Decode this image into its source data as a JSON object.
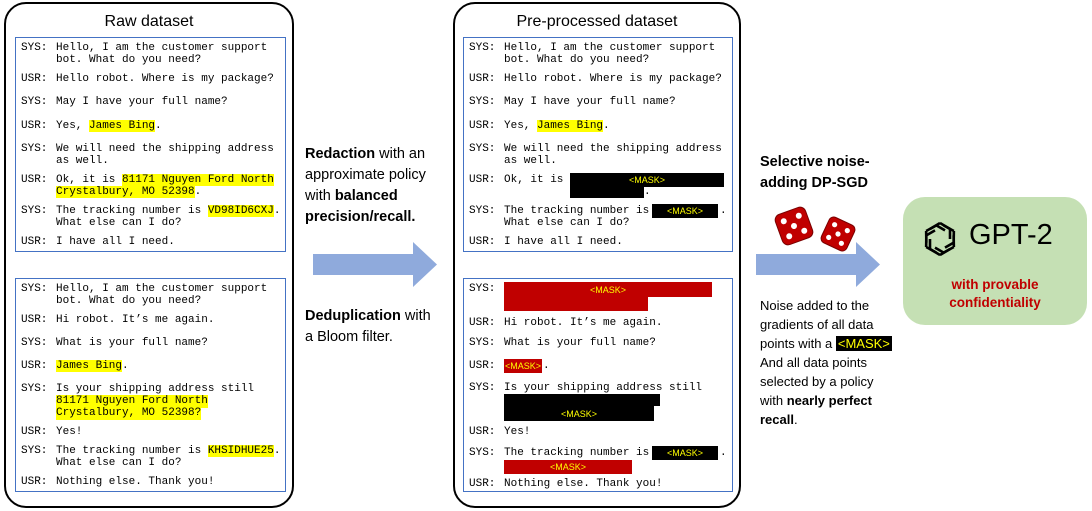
{
  "panels": {
    "raw": {
      "title": "Raw dataset"
    },
    "pre": {
      "title": "Pre-processed dataset"
    }
  },
  "raw_dialog1": [
    {
      "spk": "SYS:",
      "lines": [
        "Hello, I am the customer support",
        "bot. What do you need?"
      ]
    },
    {
      "spk": "USR:",
      "lines": [
        "Hello robot. Where is my package?"
      ]
    },
    {
      "spk": "SYS:",
      "lines": [
        "May I have your full name?"
      ]
    },
    {
      "spk": "USR:",
      "pre": "Yes, ",
      "hl": "James Bing",
      "post": "."
    },
    {
      "spk": "SYS:",
      "lines": [
        "We will need the shipping address",
        "as well."
      ]
    },
    {
      "spk": "USR:",
      "pre": "Ok, it is ",
      "hl": "81171 Nguyen Ford North",
      "hl2": "Crystalbury, MO 52398",
      "post": "."
    },
    {
      "spk": "SYS:",
      "pre": "The tracking number is ",
      "hl": "VD98ID6CXJ",
      "post": ".",
      "line2": "What else can I do?"
    },
    {
      "spk": "USR:",
      "lines": [
        "I have all I need."
      ]
    }
  ],
  "raw_dialog2": [
    {
      "spk": "SYS:",
      "lines": [
        "Hello, I am the customer support",
        "bot. What do you need?"
      ]
    },
    {
      "spk": "USR:",
      "lines": [
        "Hi robot. It’s me again."
      ]
    },
    {
      "spk": "SYS:",
      "lines": [
        "What is your full name?"
      ]
    },
    {
      "spk": "USR:",
      "hl": "James Bing",
      "post": "."
    },
    {
      "spk": "SYS:",
      "lines": [
        "Is your shipping address still"
      ],
      "hl_lines": [
        "81171 Nguyen Ford North",
        "Crystalbury, MO 52398?"
      ]
    },
    {
      "spk": "USR:",
      "lines": [
        "Yes!"
      ]
    },
    {
      "spk": "SYS:",
      "pre": "The tracking number is ",
      "hl": "KHSIDHUE25",
      "post": ".",
      "line2": "What else can I do?"
    },
    {
      "spk": "USR:",
      "lines": [
        "Nothing else. Thank you!"
      ]
    }
  ],
  "pre_dialog1": [
    {
      "spk": "SYS:",
      "lines": [
        "Hello, I am the customer support",
        "bot. What do you need?"
      ]
    },
    {
      "spk": "USR:",
      "lines": [
        "Hello robot. Where is my package?"
      ]
    },
    {
      "spk": "SYS:",
      "lines": [
        "May I have your full name?"
      ]
    },
    {
      "spk": "USR:",
      "pre": "Yes, ",
      "hl": "James Bing",
      "post": "."
    },
    {
      "spk": "SYS:",
      "lines": [
        "We will need the shipping address",
        "as well."
      ]
    },
    {
      "spk": "USR:",
      "pre": "Ok, it is"
    },
    {
      "spk": "SYS:",
      "pre": "The tracking number is",
      "line2": "What else can I do?"
    },
    {
      "spk": "USR:",
      "lines": [
        "I have all I need."
      ]
    }
  ],
  "pre_dialog2": [
    {
      "spk": "SYS:"
    },
    {
      "spk": "USR:",
      "lines": [
        "Hi robot. It’s me again."
      ]
    },
    {
      "spk": "SYS:",
      "lines": [
        "What is your full name?"
      ]
    },
    {
      "spk": "USR:"
    },
    {
      "spk": "SYS:",
      "lines": [
        "Is your shipping address still"
      ]
    },
    {
      "spk": "USR:",
      "lines": [
        "Yes!"
      ]
    },
    {
      "spk": "SYS:",
      "pre": "The tracking number is"
    },
    {
      "spk": "USR:",
      "lines": [
        "Nothing else. Thank you!"
      ]
    }
  ],
  "mask_label": "<MASK>",
  "period": ".",
  "redaction": {
    "b1": "Redaction",
    "t1": " with an",
    "t2": "approximate policy",
    "t3": "with ",
    "b2": "balanced",
    "b3": "precision/recall."
  },
  "dedup": {
    "b1": "Deduplication",
    "t1": " with",
    "t2": "a Bloom filter."
  },
  "selective": {
    "l1": "Selective noise-",
    "l2": "adding DP-SGD"
  },
  "noise": {
    "l1": "Noise added to the",
    "l2": "gradients of all data",
    "l3": "points with a ",
    "mask": "<MASK>",
    "l4": "And all data points",
    "l5": "selected by a policy",
    "l6": "with ",
    "b1": "nearly perfect",
    "b2": "recall",
    "l7": "."
  },
  "gpt": {
    "name": "GPT-2",
    "sub1": "with provable",
    "sub2": "confidentiality"
  },
  "colors": {
    "box_border": "#4472C4",
    "highlight": "#FFFF00",
    "mask_black": "#000000",
    "mask_red": "#C00000",
    "arrow": "#8FAADC",
    "gpt_bg": "#C5E0B4",
    "gpt_text_red": "#C00000"
  }
}
